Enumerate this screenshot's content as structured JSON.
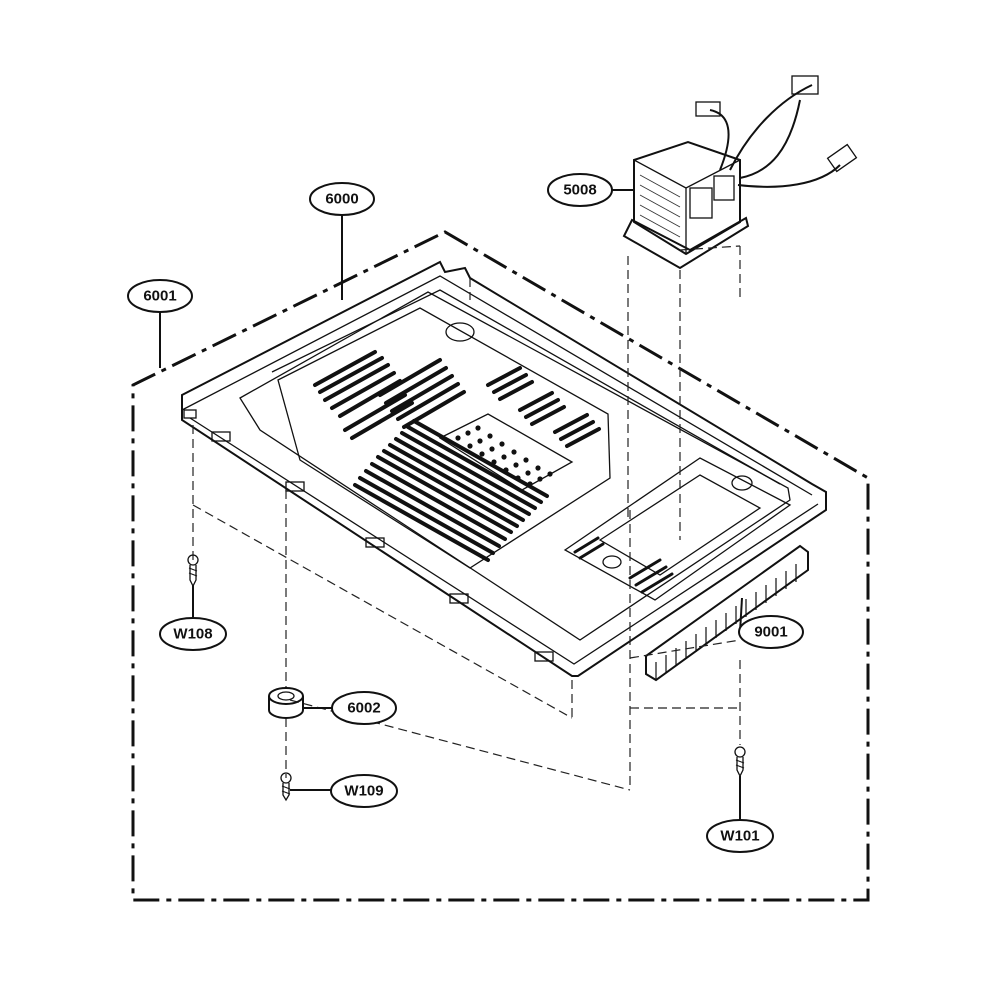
{
  "callouts": {
    "c6000": "6000",
    "c6001": "6001",
    "c5008": "5008",
    "c9001": "9001",
    "c6002": "6002",
    "cW108": "W108",
    "cW109": "W109",
    "cW101": "W101"
  }
}
